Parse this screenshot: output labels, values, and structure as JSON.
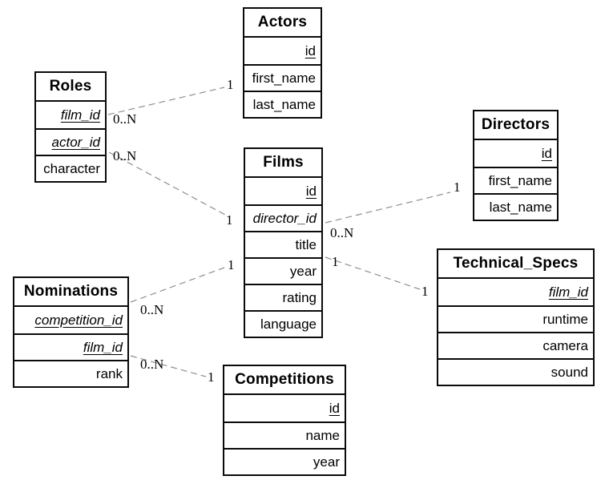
{
  "entities": [
    {
      "name": "Actors",
      "attrs": [
        {
          "label": "id",
          "key": "pk"
        },
        {
          "label": "first_name",
          "key": "none"
        },
        {
          "label": "last_name",
          "key": "none"
        }
      ]
    },
    {
      "name": "Roles",
      "attrs": [
        {
          "label": "film_id",
          "key": "pk-fk"
        },
        {
          "label": "actor_id",
          "key": "pk-fk"
        },
        {
          "label": "character",
          "key": "none"
        }
      ]
    },
    {
      "name": "Films",
      "attrs": [
        {
          "label": "id",
          "key": "pk"
        },
        {
          "label": "director_id",
          "key": "fk"
        },
        {
          "label": "title",
          "key": "none"
        },
        {
          "label": "year",
          "key": "none"
        },
        {
          "label": "rating",
          "key": "none"
        },
        {
          "label": "language",
          "key": "none"
        }
      ]
    },
    {
      "name": "Directors",
      "attrs": [
        {
          "label": "id",
          "key": "pk"
        },
        {
          "label": "first_name",
          "key": "none"
        },
        {
          "label": "last_name",
          "key": "none"
        }
      ]
    },
    {
      "name": "Nominations",
      "attrs": [
        {
          "label": "competition_id",
          "key": "pk-fk"
        },
        {
          "label": "film_id",
          "key": "pk-fk"
        },
        {
          "label": "rank",
          "key": "none"
        }
      ]
    },
    {
      "name": "Technical_Specs",
      "attrs": [
        {
          "label": "film_id",
          "key": "pk-fk"
        },
        {
          "label": "runtime",
          "key": "none"
        },
        {
          "label": "camera",
          "key": "none"
        },
        {
          "label": "sound",
          "key": "none"
        }
      ]
    },
    {
      "name": "Competitions",
      "attrs": [
        {
          "label": "id",
          "key": "pk"
        },
        {
          "label": "name",
          "key": "none"
        },
        {
          "label": "year",
          "key": "none"
        }
      ]
    }
  ],
  "relations": [
    {
      "from": "Roles",
      "to": "Actors",
      "from_card": "0..N",
      "to_card": "1"
    },
    {
      "from": "Roles",
      "to": "Films",
      "from_card": "0..N",
      "to_card": "1"
    },
    {
      "from": "Films",
      "to": "Directors",
      "from_card": "0..N",
      "to_card": "1"
    },
    {
      "from": "Films",
      "to": "Technical_Specs",
      "from_card": "1",
      "to_card": "1"
    },
    {
      "from": "Nominations",
      "to": "Films",
      "from_card": "0..N",
      "to_card": "1"
    },
    {
      "from": "Nominations",
      "to": "Competitions",
      "from_card": "0..N",
      "to_card": "1"
    }
  ],
  "colors": {
    "background": "#ffffff",
    "entity_border": "#0a0a0a",
    "text": "#000000",
    "relation_line": "#8f8f8f"
  }
}
